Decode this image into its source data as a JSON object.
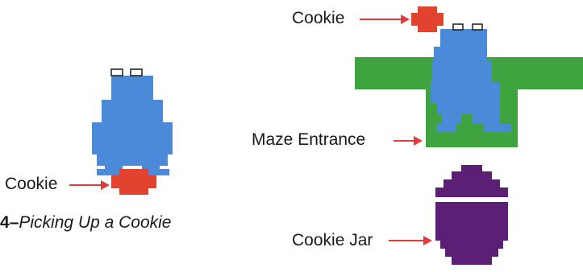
{
  "colors": {
    "monster": "#4a8ad8",
    "cookie": "#e2432f",
    "maze": "#3fa33f",
    "jar": "#5b1f75",
    "arrow": "#e23b3b",
    "eyes": "#ffffff"
  },
  "left_panel": {
    "cookie_label": "Cookie",
    "caption_number": "4",
    "caption_dash": "–",
    "caption_title": "Picking Up a Cookie"
  },
  "right_panel": {
    "cookie_label": "Cookie",
    "maze_entrance_label": "Maze Entrance",
    "cookie_jar_label": "Cookie Jar"
  }
}
